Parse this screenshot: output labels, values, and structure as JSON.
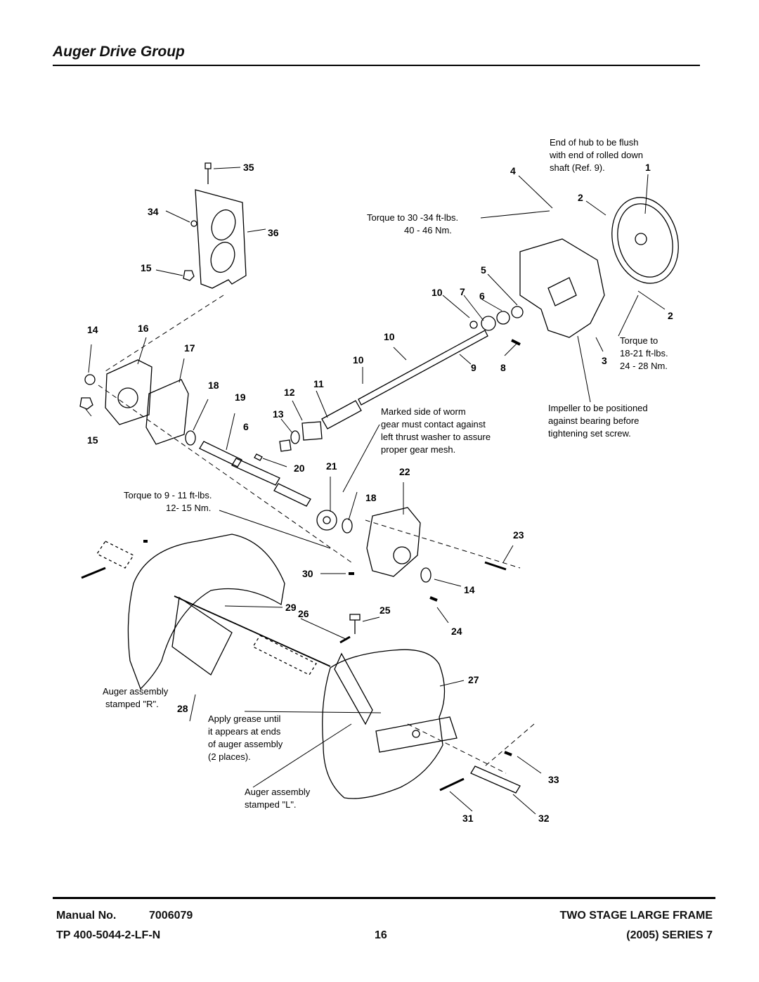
{
  "header": {
    "title": "Auger Drive Group"
  },
  "footer": {
    "manual_label": "Manual No.",
    "manual_number": "7006079",
    "tp_number": "TP 400-5044-2-LF-N",
    "page_number": "16",
    "frame": "TWO STAGE LARGE FRAME",
    "series": "(2005) SERIES 7"
  },
  "callouts": [
    "35",
    "34",
    "36",
    "15",
    "14",
    "16",
    "17",
    "15",
    "18",
    "19",
    "12",
    "11",
    "13",
    "6",
    "20",
    "21",
    "22",
    "18",
    "23",
    "30",
    "14",
    "29",
    "26",
    "25",
    "24",
    "27",
    "28",
    "33",
    "31",
    "32",
    "4",
    "1",
    "2",
    "2",
    "5",
    "10",
    "7",
    "6",
    "10",
    "10",
    "9",
    "8",
    "3"
  ],
  "notes": {
    "hub": [
      "End of hub to be flush",
      "with end of rolled down",
      "shaft (Ref. 9)."
    ],
    "torque_30": [
      "Torque to 30 -34 ft-lbs.",
      "40 - 46 Nm."
    ],
    "torque_18": [
      "Torque to",
      "18-21 ft-lbs.",
      "24 - 28 Nm."
    ],
    "impeller": [
      "Impeller to be positioned",
      "against bearing before",
      "tightening set screw."
    ],
    "worm": [
      "Marked side of worm",
      "gear must contact against",
      "left thrust washer to assure",
      "proper gear mesh."
    ],
    "torque_9": [
      "Torque to 9 - 11 ft-lbs.",
      "12- 15 Nm."
    ],
    "auger_r": [
      "Auger assembly",
      "stamped \"R\"."
    ],
    "grease": [
      "Apply grease until",
      "it appears at ends",
      "of auger assembly",
      "(2 places)."
    ],
    "auger_l": [
      "Auger assembly",
      "stamped \"L\"."
    ]
  }
}
